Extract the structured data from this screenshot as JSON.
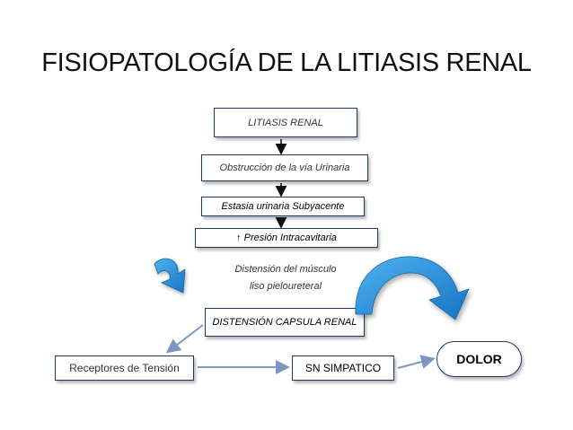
{
  "title": "FISIOPATOLOGÍA DE LA LITIASIS RENAL",
  "nodes": {
    "litiasis": "LITIASIS RENAL",
    "obstruccion": "Obstrucción de la vía Urinaria",
    "estasia": "Estasia urinaria Subyacente",
    "presion": "↑ Presión Intracavitaria",
    "distension_1": "Distensión del músculo",
    "distension_2": "liso pieloureteral",
    "capsula": "DISTENSIÓN CAPSULA RENAL",
    "receptores": "Receptores de Tensión",
    "simpatico": "SN SIMPATICO",
    "dolor": "DOLOR"
  },
  "colors": {
    "border": "#1f3a68",
    "blue_arrow": "#1e88d8",
    "thin_arrow": "#7f95c4"
  }
}
